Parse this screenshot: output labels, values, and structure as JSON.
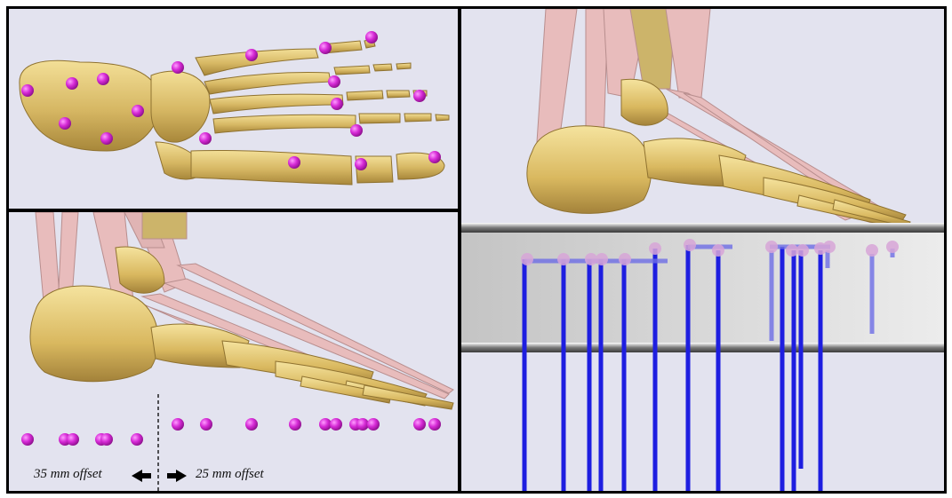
{
  "annotations": {
    "left_offset_label": "35 mm offset",
    "right_offset_label": "25 mm offset"
  },
  "colors": {
    "panel_background": "#e3e3ef",
    "bone": "#dcc470",
    "bone_shadow": "#a8873a",
    "muscle": "#e6b8b8",
    "marker": "#cc22cc",
    "force_vector": "#2a2ad6",
    "ground_plate": "#cccccc"
  },
  "panels": [
    {
      "id": "top-view",
      "description_name": "plantar-foot-skeleton-with-markers"
    },
    {
      "id": "side-view",
      "description_name": "lateral-foot-skeleton-with-offset-markers"
    },
    {
      "id": "ground-contact-view",
      "description_name": "foot-on-plate-with-force-vectors"
    }
  ],
  "icons": {
    "left_arrow": "arrow-left-icon",
    "right_arrow": "arrow-right-icon"
  }
}
